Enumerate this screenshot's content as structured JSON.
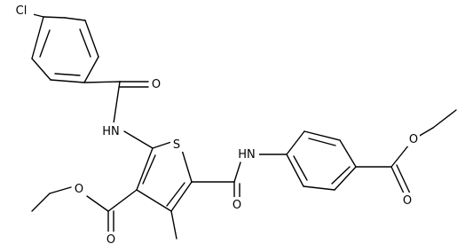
{
  "structure": {
    "atom_labels": {
      "chlorine": "Cl",
      "benzamide_carbonyl_oxygen": "O",
      "benzamide_nitrogen": "HN",
      "thiophene_sulfur": "S",
      "anilide_nitrogen": "HN",
      "amide_carbonyl_oxygen": "O",
      "ring_ester_carbonyl_oxygen": "O",
      "ring_ester_ether_oxygen": "O",
      "aryl_ester_ether_oxygen": "O",
      "aryl_ester_carbonyl_oxygen": "O"
    }
  }
}
